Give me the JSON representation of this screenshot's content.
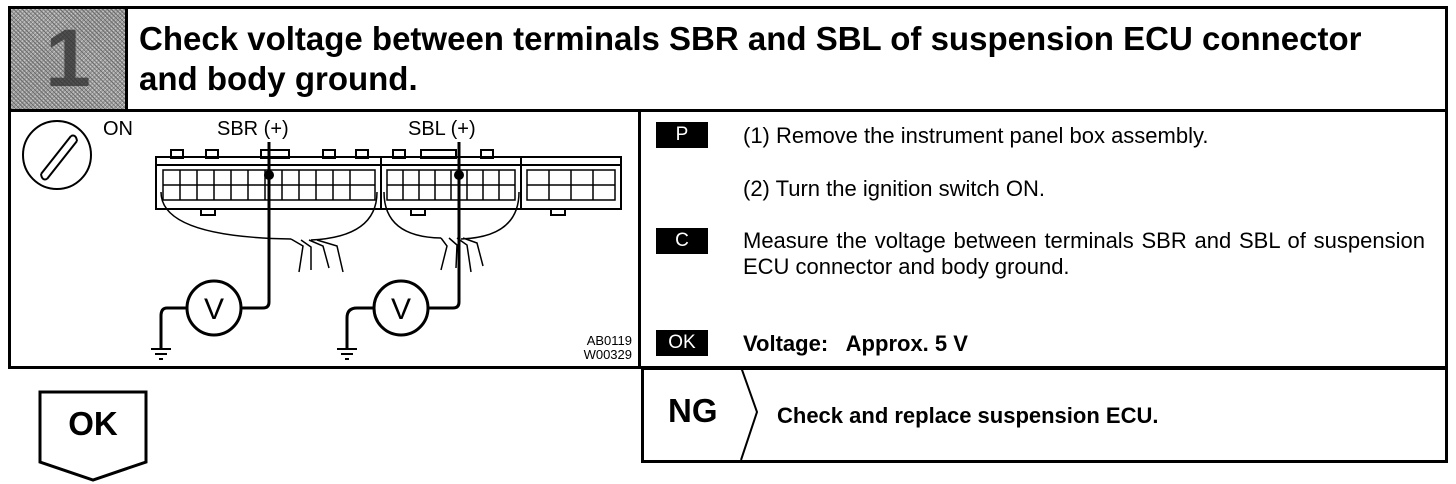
{
  "step": {
    "number": "1",
    "title": "Check voltage between terminals SBR and SBL of suspension ECU connector and body ground."
  },
  "diagram": {
    "ignition_label": "ON",
    "terminal_left": "SBR (+)",
    "terminal_right": "SBL (+)",
    "meter_symbol": "V",
    "figure_codes": [
      "AB0119",
      "W00329"
    ]
  },
  "instructions": [
    {
      "badge": "P",
      "text": "(1) Remove the instrument panel box assembly."
    },
    {
      "badge": "",
      "text": "(2) Turn the ignition switch ON."
    },
    {
      "badge": "C",
      "text": "Measure the voltage between terminals SBR and SBL of suspension ECU connector and body ground."
    },
    {
      "badge": "OK",
      "text": "Voltage:   Approx. 5 V"
    }
  ],
  "result_ok": {
    "label": "OK"
  },
  "result_ng": {
    "label": "NG",
    "text": "Check and replace suspension ECU."
  }
}
